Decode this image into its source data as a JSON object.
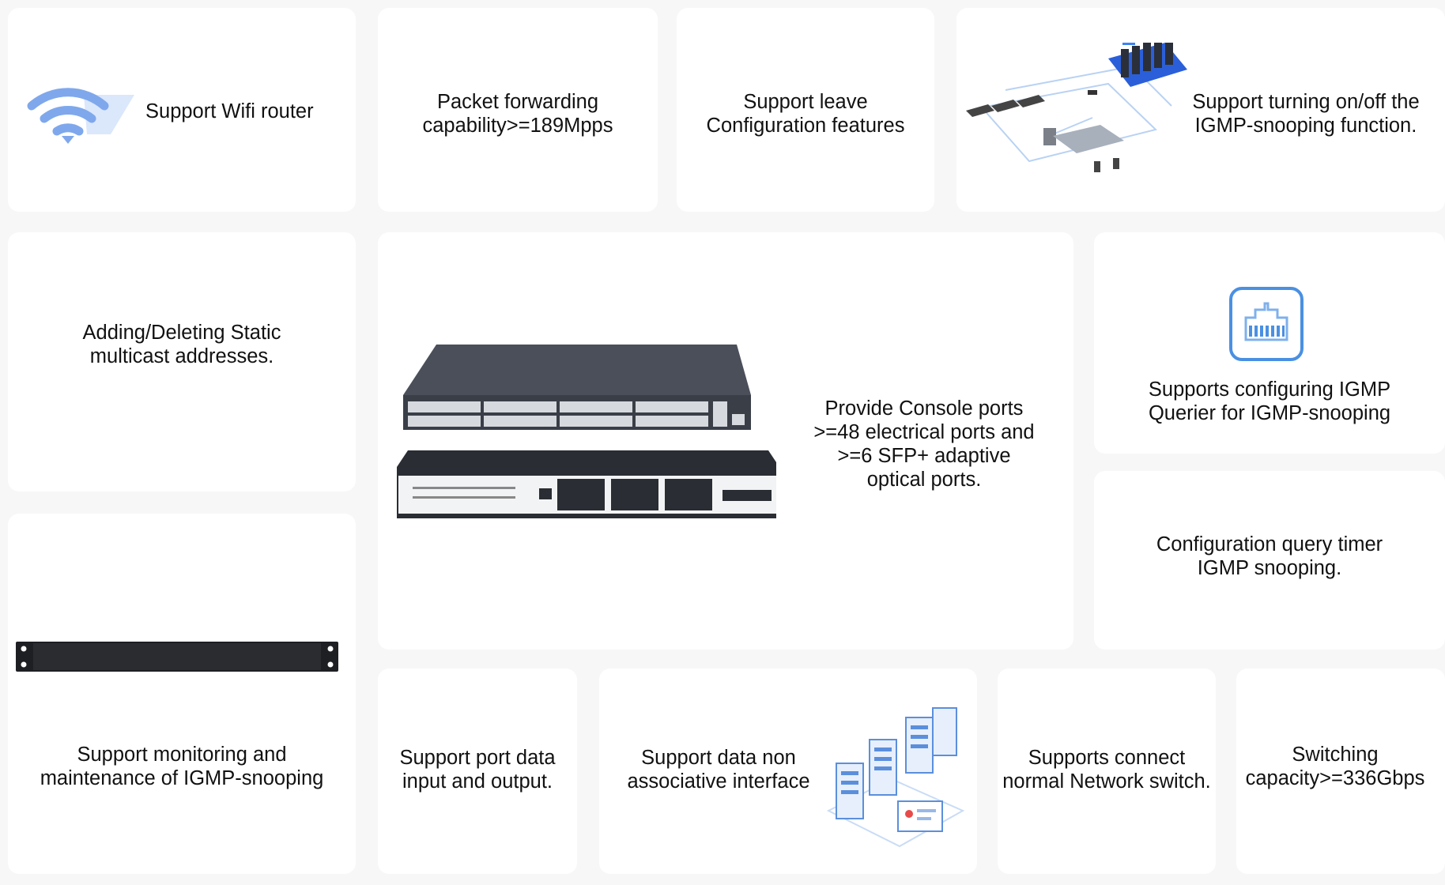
{
  "cards": {
    "wifi": {
      "lines": [
        "Support Wifi router"
      ],
      "icon": "wifi-icon"
    },
    "packet": {
      "lines": [
        "Packet forwarding",
        "capability>=189Mpps"
      ]
    },
    "leave": {
      "lines": [
        "Support leave",
        "Configuration features"
      ]
    },
    "igmp_toggle": {
      "lines": [
        "Support turning on/off the",
        "IGMP-snooping function."
      ],
      "image": "network-topology-illustration"
    },
    "static_mc": {
      "lines": [
        "Adding/Deleting Static",
        "multicast addresses."
      ]
    },
    "switch_main": {
      "lines": [
        "Provide Console ports",
        ">=48 electrical ports and",
        ">=6 SFP+ adaptive",
        "optical ports."
      ],
      "image": "network-switch-photo"
    },
    "querier": {
      "lines": [
        "Supports configuring IGMP",
        "Querier for IGMP-snooping"
      ],
      "icon": "ethernet-port-icon"
    },
    "query_timer": {
      "lines": [
        "Configuration query timer",
        "IGMP snooping."
      ]
    },
    "monitoring": {
      "lines": [
        "Support monitoring and",
        "maintenance of IGMP-snooping"
      ],
      "image": "rack-blank-panel"
    },
    "port_io": {
      "lines": [
        "Support port data",
        "input and output."
      ]
    },
    "non_assoc": {
      "lines": [
        "Support data non",
        "associative interface"
      ],
      "image": "server-isometric-illustration"
    },
    "connect": {
      "lines": [
        "Supports connect",
        "normal Network switch."
      ]
    },
    "capacity": {
      "lines": [
        "Switching",
        "capacity>=336Gbps"
      ]
    }
  },
  "colors": {
    "background": "#f7f7f8",
    "card": "#ffffff",
    "accent_blue": "#4a90e2"
  }
}
